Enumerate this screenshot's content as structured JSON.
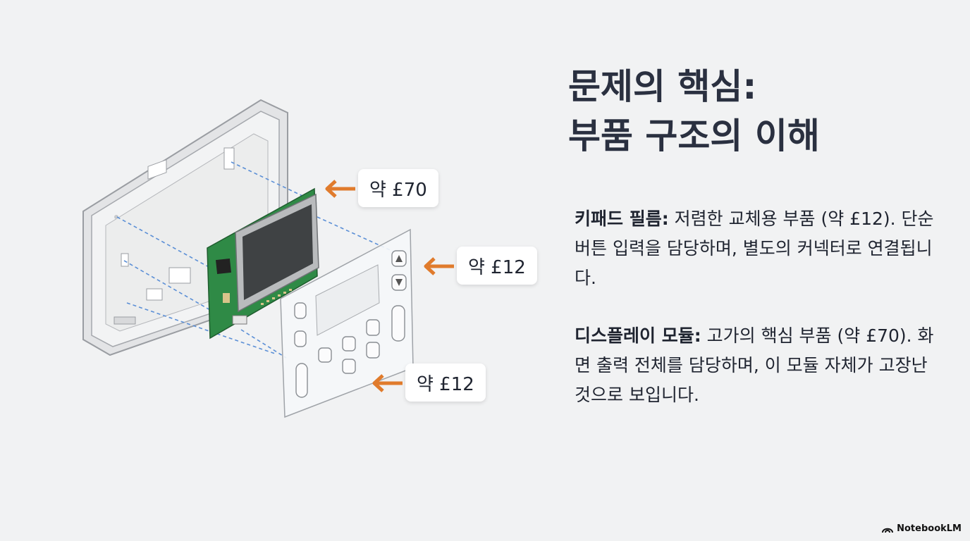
{
  "title": {
    "line1": "문제의 핵심:",
    "line2": "부품 구조의 이해"
  },
  "callouts": {
    "display_price": "약 £70",
    "film_price_top": "약 £12",
    "film_price_bottom": "약 £12"
  },
  "paragraphs": {
    "keypad": {
      "term": "키패드 필름:",
      "text": " 저렴한 교체용 부품 (약 £12). 단순 버튼 입력을 담당하며, 별도의 커넥터로 연결됩니다."
    },
    "display": {
      "term": "디스플레이 모듈:",
      "text": " 고가의 핵심 부품 (약 £70). 화면 출력 전체를 담당하며, 이 모듈 자체가 고장난 것으로 보입니다."
    }
  },
  "brand": {
    "name": "NotebookLM",
    "icon": "notebooklm-logo-icon"
  },
  "colors": {
    "accent_arrow": "#e07b2c",
    "pcb_green": "#2f8a46",
    "screen_dark": "#3f4244",
    "dashed_line": "#5b8fd6"
  }
}
